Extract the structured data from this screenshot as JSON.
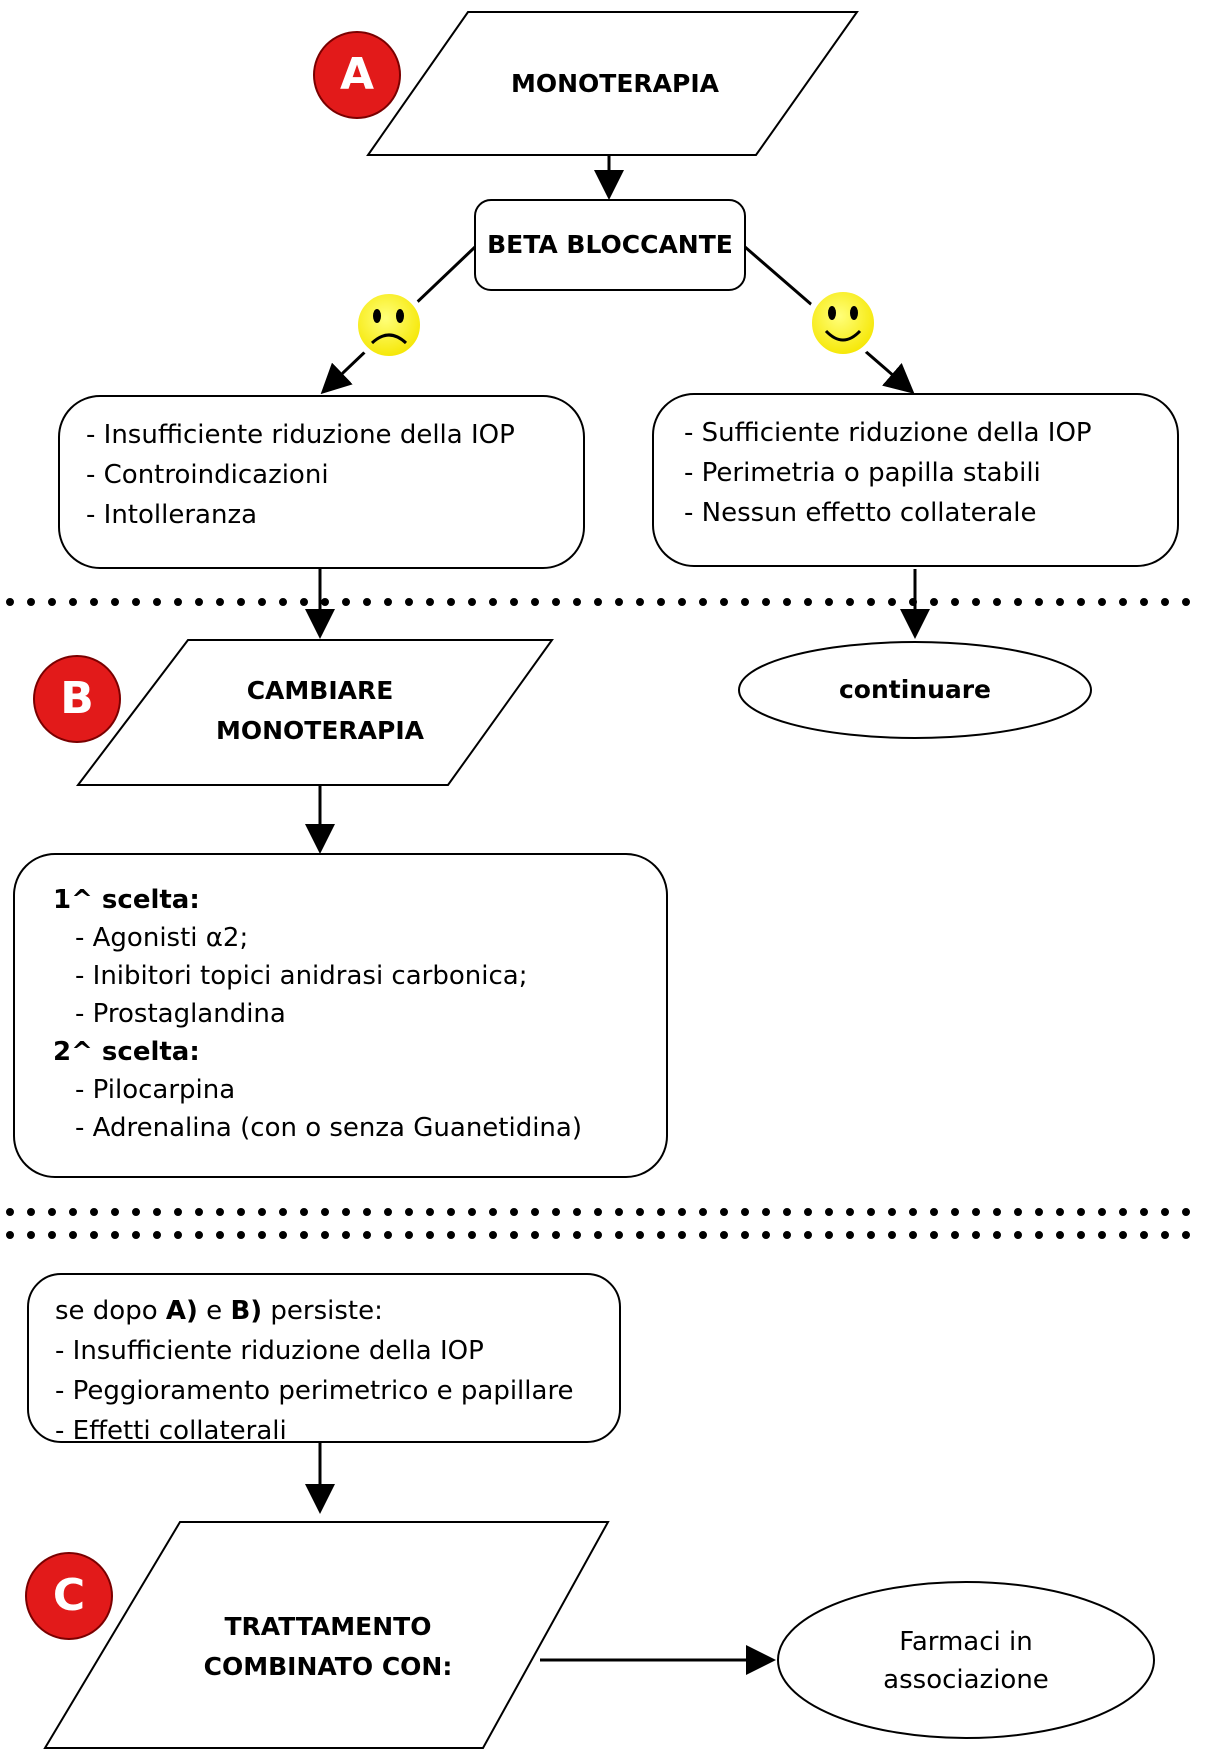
{
  "badges": {
    "a": "A",
    "b": "B",
    "c": "C"
  },
  "monotherapy": "MONOTERAPIA",
  "beta_blocker": "BETA BLOCCANTE",
  "failure_box": [
    "- Insufficiente riduzione della IOP",
    "- Controindicazioni",
    "- Intolleranza"
  ],
  "success_box": [
    "- Sufficiente riduzione della IOP",
    "- Perimetria o papilla stabili",
    "- Nessun effetto collaterale"
  ],
  "continue_label": "continuare",
  "change_monotherapy": [
    "CAMBIARE",
    "MONOTERAPIA"
  ],
  "choices": {
    "first_heading": "1^ scelta:",
    "first_items": [
      "- Agonisti α2;",
      "- Inibitori topici anidrasi carbonica;",
      "- Prostaglandina"
    ],
    "second_heading": "2^ scelta:",
    "second_items": [
      "- Pilocarpina",
      "- Adrenalina (con o senza Guanetidina)"
    ]
  },
  "persist_box": {
    "intro_prefix": "se dopo ",
    "intro_a": "A)",
    "intro_mid": " e ",
    "intro_b": "B)",
    "intro_suffix": " persiste:",
    "items": [
      "- Insufficiente riduzione della IOP",
      "- Peggioramento perimetrico e papillare",
      "- Effetti collaterali"
    ]
  },
  "combined_treatment": [
    "TRATTAMENTO",
    "COMBINATO CON:"
  ],
  "drug_association": [
    "Farmaci in",
    "associazione"
  ],
  "colors": {
    "badge_red": "#e21a1a",
    "smiley_yellow": "#fff200",
    "line": "#000000"
  },
  "icons": {
    "sad_face": "sad-face-icon",
    "happy_face": "happy-face-icon"
  }
}
